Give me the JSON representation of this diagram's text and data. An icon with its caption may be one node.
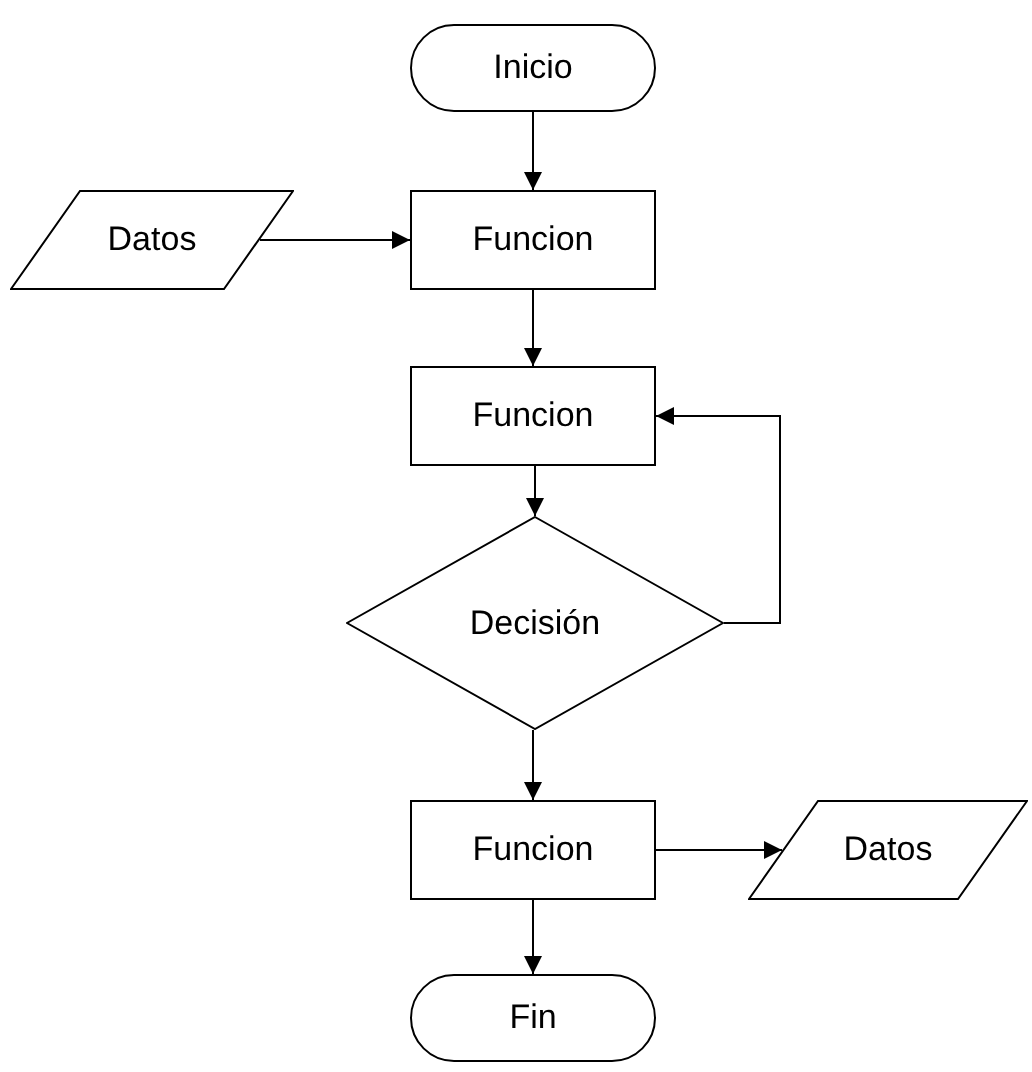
{
  "diagram": {
    "nodes": [
      {
        "text": [
          "Inicio"
        ]
      },
      {
        "text": [
          "Datos"
        ]
      },
      {
        "text": [
          "Funcion"
        ]
      },
      {
        "text": [
          "Funcion"
        ]
      },
      {
        "text": [
          "Decisión"
        ]
      },
      {
        "text": [
          "Funcion"
        ]
      },
      {
        "text": [
          "Datos"
        ]
      },
      {
        "text": [
          "Fin"
        ]
      }
    ],
    "edges": [
      {
        "from": 0,
        "to": 2,
        "arrow": "to"
      },
      {
        "from": 1,
        "to": 2,
        "arrow": "to"
      },
      {
        "from": 2,
        "to": 3,
        "arrow": "to"
      },
      {
        "from": 3,
        "to": 4,
        "arrow": "to"
      },
      {
        "from": 4,
        "to": 3,
        "arrow": "to"
      },
      {
        "from": 4,
        "to": 5,
        "arrow": "to"
      },
      {
        "from": 5,
        "to": 6,
        "arrow": "to"
      },
      {
        "from": 5,
        "to": 7,
        "arrow": "to"
      }
    ]
  }
}
